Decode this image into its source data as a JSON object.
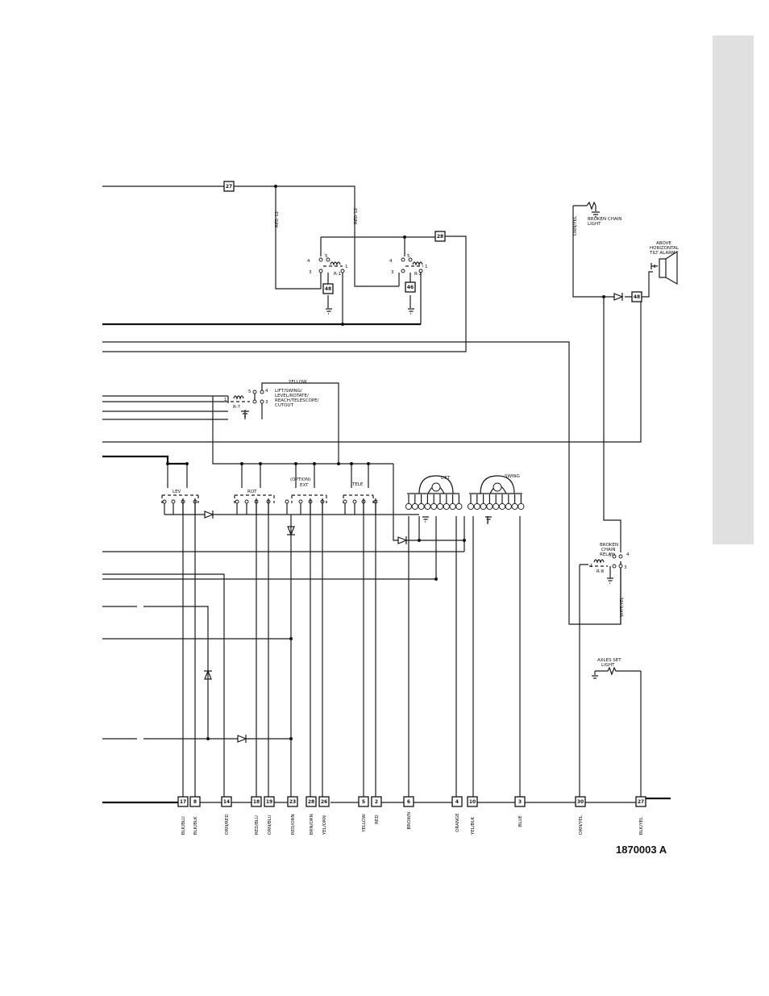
{
  "document_number": "1870003 A",
  "connectors": {
    "top_row": [
      "27",
      "28",
      "48",
      "46",
      "48"
    ],
    "bottom_row": [
      "17",
      "8",
      "14",
      "18",
      "19",
      "23",
      "28",
      "26",
      "5",
      "2",
      "6",
      "4",
      "10",
      "3",
      "30",
      "27"
    ]
  },
  "wire_labels": {
    "red12_a": "RED 12",
    "red12_b": "RED 12",
    "yellow": "YELLOW",
    "orn_yel_top": "ORN/YEL",
    "wht_yel": "WHT/YEL",
    "bottom": [
      "BLK/BLU",
      "BLK/BLK",
      "ORN/RED",
      "RED/BLU",
      "ORN/BLU",
      "RED/ORN",
      "BRN/ORN",
      "YEL/ORN",
      "YELLOW",
      "RED",
      "BROWN",
      "ORANGE",
      "YEL/BLK",
      "BLUE",
      "ORN/YEL",
      "BLK/YEL"
    ]
  },
  "components": {
    "relay_r1": "R-1",
    "relay_r2": "R-2",
    "relay_r7": "R-7",
    "relay_r8": "R-8",
    "broken_chain_light_1": "BROKEN CHAIN",
    "broken_chain_light_2": "LIGHT",
    "tilt_alarm_1": "ABOVE",
    "tilt_alarm_2": "HORIZONTAL",
    "tilt_alarm_3": "TILT ALARM",
    "cutout_1": "LIFT/SWING/",
    "cutout_2": "LEVEL/ROTATE/",
    "cutout_3": "REACH/TELESCOPE/",
    "cutout_4": "CUTOUT",
    "lev": "LEV",
    "rot": "ROT",
    "option_1": "(OPTION)",
    "option_2": "EXT",
    "tele": "TELE",
    "lift": "LIFT",
    "swing": "SWING",
    "broken_chain_relay_1": "BROKEN",
    "broken_chain_relay_2": "CHAIN",
    "broken_chain_relay_3": "RELAY",
    "axles_set_1": "AXLES SET",
    "axles_set_2": "LIGHT"
  },
  "terminals": [
    "1",
    "3",
    "4",
    "5"
  ]
}
